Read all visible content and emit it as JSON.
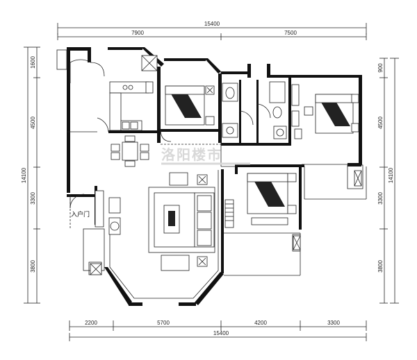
{
  "dimensions": {
    "top_total": "15400",
    "top_segments": [
      "7900",
      "7500"
    ],
    "bottom_segments": [
      "2200",
      "5700",
      "4200",
      "3300"
    ],
    "bottom_total": "15400",
    "left_total": "14100",
    "left_segments": [
      "1600",
      "4500",
      "3300",
      "3800"
    ],
    "right_total": "14100",
    "right_segments": [
      "900",
      "4500",
      "3300",
      "3800"
    ]
  },
  "labels": {
    "entrance": "入户门"
  },
  "watermark": {
    "text": "洛阳楼市"
  },
  "colors": {
    "wall": "#111111",
    "line": "#222222",
    "background": "#ffffff"
  }
}
